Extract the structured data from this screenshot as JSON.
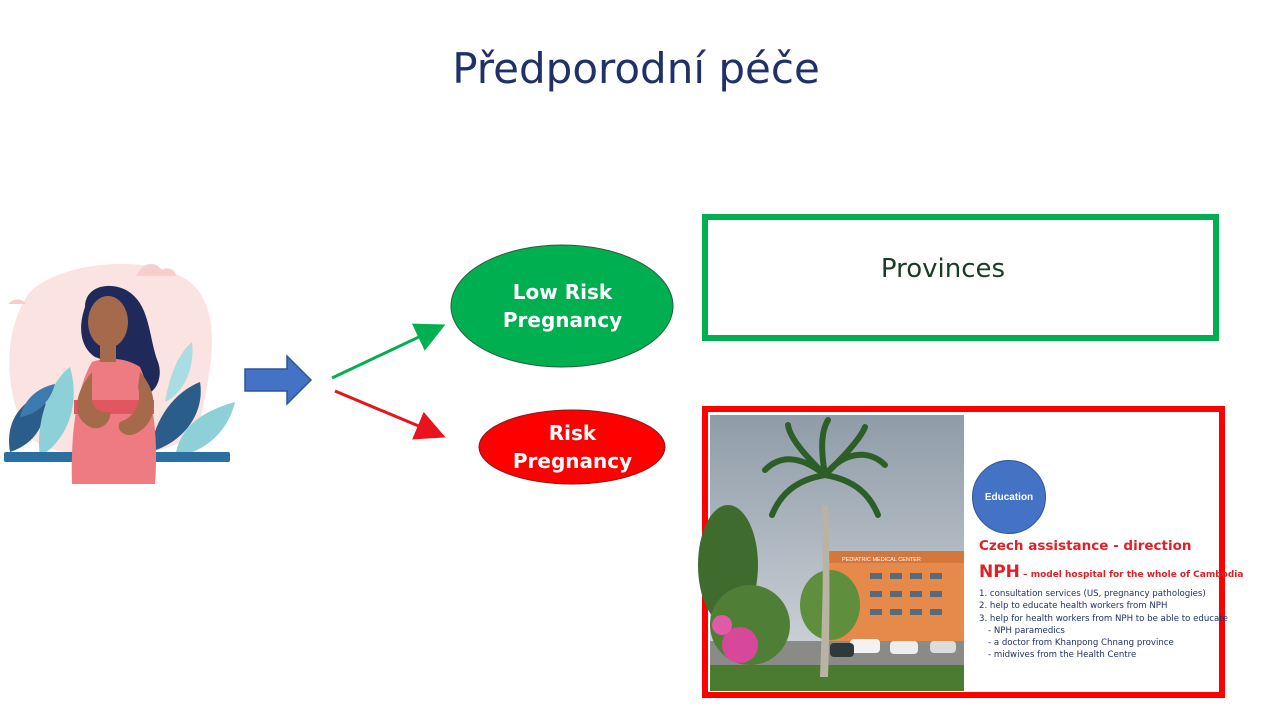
{
  "title": "Předporodní péče",
  "diagram": {
    "low_risk": {
      "label_line1": "Low Risk",
      "label_line2": "Pregnancy",
      "color": "#00b050"
    },
    "risk": {
      "label_line1": "Risk",
      "label_line2": "Pregnancy",
      "color": "#ff0000"
    },
    "provinces": {
      "label": "Provinces",
      "border_color": "#00b050"
    },
    "nph_panel": {
      "border_color": "#ff0000",
      "education_badge": "Education",
      "heading": "Czech assistance - direction",
      "nph_abbr": "NPH",
      "nph_desc": " – model hospital for the whole of Cambodia",
      "items": [
        "1. consultation services (US, pregnancy pathologies)",
        "2. help to educate health workers from NPH",
        "3. help for health workers from NPH to be able to educate"
      ],
      "subitems": [
        "- NPH paramedics",
        " - a doctor from Khanpong Chnang province",
        " - midwives from the Health Centre"
      ],
      "building_sign": "PEDIATRIC MEDICAL CENTER"
    },
    "block_arrow_color": "#4472c4"
  }
}
